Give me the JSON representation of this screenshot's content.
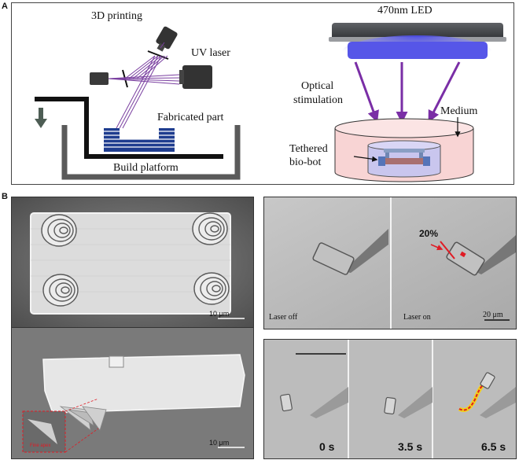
{
  "panel_a": {
    "letter": "A",
    "printing": {
      "title": "3D printing",
      "laser_label": "UV laser",
      "part_label": "Fabricated part",
      "platform_label": "Build platform"
    },
    "stimulation": {
      "led_label": "470nm LED",
      "optical_label_line1": "Optical",
      "optical_label_line2": "stimulation",
      "medium_label": "Medium",
      "biobot_label_line1": "Tethered",
      "biobot_label_line2": "bio-bot"
    }
  },
  "panel_b": {
    "letter": "B",
    "sem": {
      "top_scale": "10 μm",
      "bottom_scale": "10 μm",
      "inset_label": "Fine apex"
    },
    "laser": {
      "off_label": "Laser off",
      "on_label": "Laser on",
      "percent_label": "20%",
      "scale_label": "20 μm"
    },
    "timelapse": {
      "times": [
        "0 s",
        "3.5 s",
        "6.5 s"
      ]
    }
  },
  "colors": {
    "uv_beam": "#7a3fa0",
    "stim_arrow": "#7a2ea6",
    "led_glow": "#5b5bf0",
    "medium_fill": "#f8d4d4",
    "part_blue": "#1f3d8f",
    "trail_red": "#e01b24",
    "trail_yellow": "#f2d21b"
  }
}
